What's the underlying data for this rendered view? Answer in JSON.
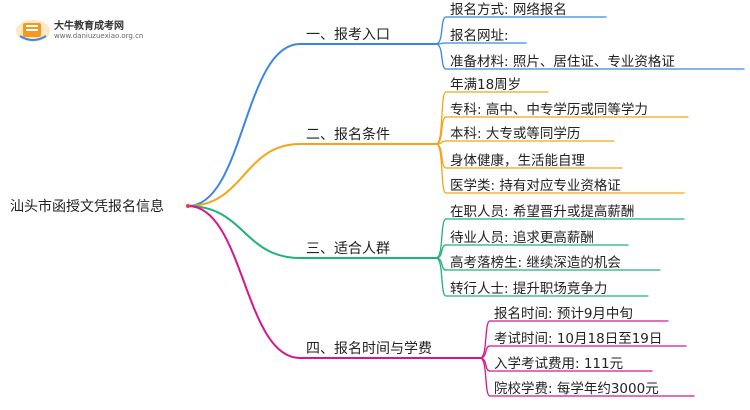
{
  "logo": {
    "name": "大牛教育成考网",
    "url": "www.daniuzuexiao.org.cn"
  },
  "root": "汕头市函授文凭报名信息",
  "branches": [
    {
      "label": "一、报考入口",
      "color": "#3a86e8",
      "leaves": [
        "报名方式: 网络报名",
        "报名网址:",
        "准备材料: 照片、居住证、专业资格证"
      ]
    },
    {
      "label": "二、报名条件",
      "color": "#f2a516",
      "leaves": [
        "年满18周岁",
        "专科: 高中、中专学历或同等学力",
        "本科: 大专或等同学历",
        "身体健康，生活能自理",
        "医学类: 持有对应专业资格证"
      ]
    },
    {
      "label": "三、适合人群",
      "color": "#1db37a",
      "leaves": [
        "在职人员: 希望晋升或提高薪酬",
        "待业人员: 追求更高薪酬",
        "高考落榜生: 继续深造的机会",
        "转行人士: 提升职场竞争力"
      ]
    },
    {
      "label": "四、报名时间与学费",
      "color": "#d6168e",
      "leaves": [
        "报名时间: 预计9月中旬",
        "考试时间: 10月18日至19日",
        "入学考试费用: 111元",
        "院校学费: 每学年约3000元"
      ]
    }
  ]
}
